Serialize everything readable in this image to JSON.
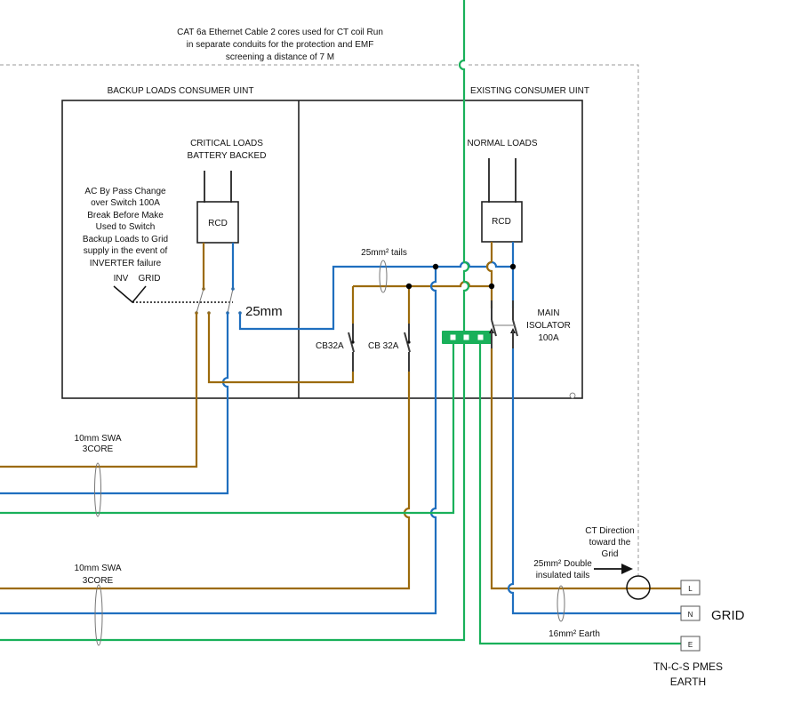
{
  "title_note": [
    "CAT 6a Ethernet Cable 2 cores used for CT coil Run",
    "in separate conduits for the protection and EMF",
    "screening a distance of 7 M"
  ],
  "units": {
    "backup": {
      "title": "BACKUP LOADS CONSUMER UINT",
      "loads_label": [
        "CRITICAL LOADS",
        "BATTERY BACKED"
      ],
      "rcd_label": "RCD"
    },
    "existing": {
      "title": "EXISTING CONSUMER UINT",
      "loads_label": [
        "NORMAL LOADS"
      ],
      "rcd_label": "RCD"
    }
  },
  "bypass_switch": {
    "description": [
      "AC By Pass Change",
      "over Switch 100A",
      "Break Before Make",
      "Used to Switch",
      "Backup Loads to Grid",
      "supply in the event of",
      "INVERTER failure"
    ],
    "inv_label": "INV",
    "grid_label": "GRID"
  },
  "labels": {
    "mm25": "25mm",
    "tails": "25mm² tails",
    "cb1": "CB32A",
    "cb2": "CB 32A",
    "main_isolator": [
      "MAIN",
      "ISOLATOR",
      "100A"
    ],
    "swa1": [
      "10mm SWA",
      "3CORE"
    ],
    "swa2": [
      "10mm SWA",
      "3CORE"
    ],
    "ct_direction": [
      "CT Direction",
      "toward the",
      "Grid"
    ],
    "double_tails": [
      "25mm² Double",
      "insulated tails"
    ],
    "earth16": "16mm² Earth",
    "terminal_l": "L",
    "terminal_n": "N",
    "terminal_e": "E",
    "grid": "GRID",
    "earthing": [
      "TN-C-S PMES",
      "EARTH"
    ]
  },
  "colors": {
    "live": "#9c6b0c",
    "neutral": "#1f6fbf",
    "earth": "#19b05a"
  }
}
